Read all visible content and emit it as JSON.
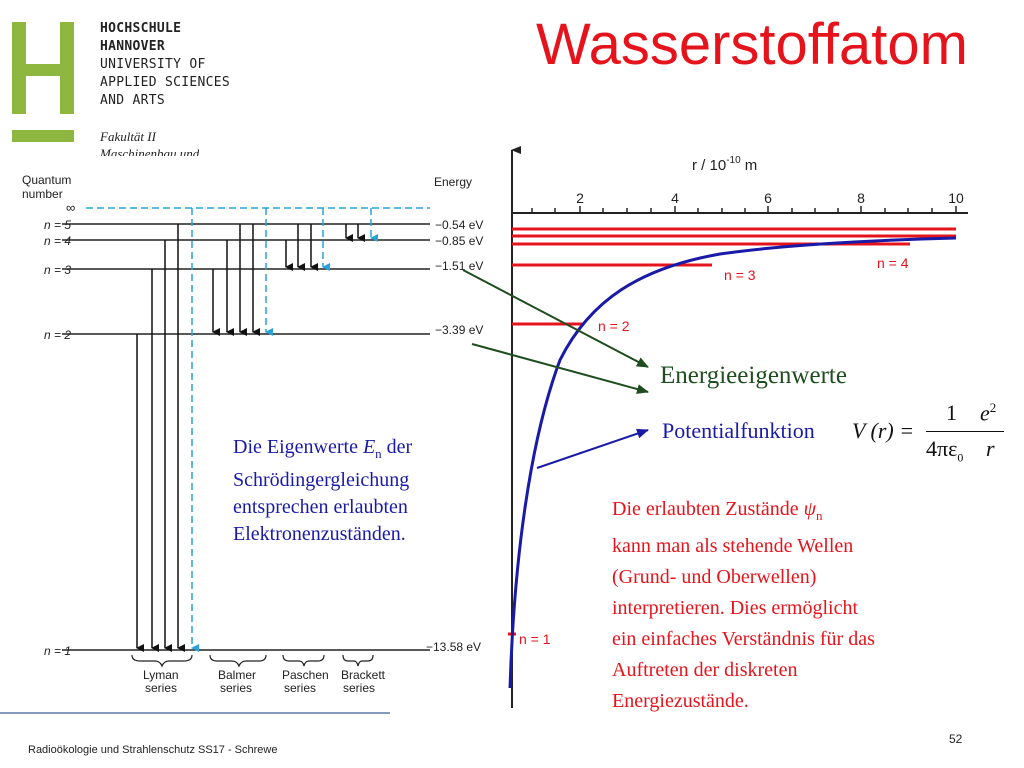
{
  "logo": {
    "lines": [
      "HOCHSCHULE",
      "HANNOVER",
      "UNIVERSITY OF",
      "APPLIED SCIENCES",
      "AND ARTS"
    ],
    "faculty": [
      "Fakultät II",
      "Maschinenbau und"
    ],
    "color": "#8db73e"
  },
  "title": "Wasserstoffatom",
  "level_diagram": {
    "quantum_label": [
      "Quantum",
      "number"
    ],
    "energy_label": "Energy",
    "infinity": "∞",
    "levels": [
      {
        "n": "n = 5",
        "energy": "−0.54 eV"
      },
      {
        "n": "n = 4",
        "energy": "−0.85 eV"
      },
      {
        "n": "n = 3",
        "energy": "−1.51 eV"
      },
      {
        "n": "n = 2",
        "energy": "−3.39 eV"
      },
      {
        "n": "n = 1",
        "energy": "−13.58 eV"
      }
    ],
    "series": [
      {
        "name": [
          "Lyman",
          "series"
        ]
      },
      {
        "name": [
          "Balmer",
          "series"
        ]
      },
      {
        "name": [
          "Paschen",
          "series"
        ]
      },
      {
        "name": [
          "Brackett",
          "series"
        ]
      }
    ]
  },
  "potential_plot": {
    "axis_title": "r / 10",
    "axis_exp": "-10",
    "axis_unit": " m",
    "ticks": [
      "2",
      "4",
      "6",
      "8",
      "10"
    ],
    "level_labels": [
      "n = 4",
      "n = 3",
      "n = 2",
      "n = 1"
    ]
  },
  "labels": {
    "energieeigenwerte": "Energieeigenwerte",
    "potentialfunktion": "Potentialfunktion"
  },
  "formula": {
    "lhs": "V (r) =",
    "num1": "1",
    "den1": "4πε",
    "den1_sub": "0",
    "num2": "e",
    "num2_sup": "2",
    "den2": "r"
  },
  "text_eigenwerte": {
    "l1a": "Die Eigenwerte ",
    "l1E": "E",
    "l1sub": "n",
    "l1b": " der",
    "l2": "Schrödingergleichung",
    "l3": "entsprechen erlaubten",
    "l4": "Elektronenzuständen."
  },
  "text_zustaende": {
    "l1a": "Die erlaubten Zustände ",
    "psi": "ψ",
    "psi_sub": "n",
    "l2": "kann man als stehende Wellen",
    "l3": "(Grund- und Oberwellen)",
    "l4": "interpretieren. Dies ermöglicht",
    "l5": "ein einfaches Verständnis für das",
    "l6": "Auftreten der diskreten",
    "l7": "Energiezustände."
  },
  "footer": {
    "text": "Radioökologie und Strahlenschutz SS17 - Schrewe",
    "page": "52"
  },
  "colors": {
    "red": "#e5141c",
    "blue": "#1a1aa8",
    "cyan": "#29a3d6",
    "dark_green": "#1f4d1f"
  }
}
